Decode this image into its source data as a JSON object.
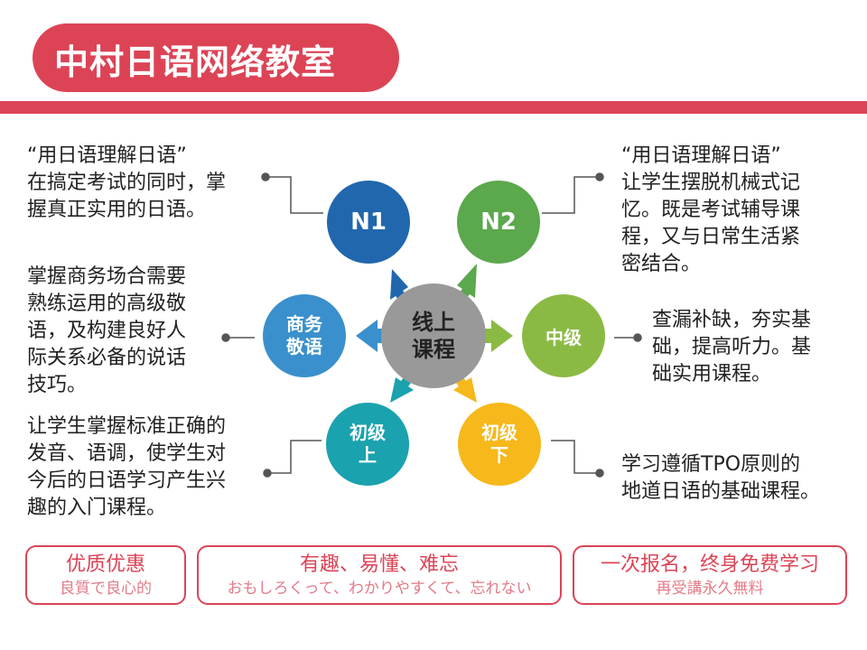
{
  "header": {
    "title": "中村日语网络教室"
  },
  "center": {
    "label": "线上\n课程"
  },
  "nodes": {
    "n1": {
      "label": "N1",
      "color": "#2167ad"
    },
    "n2": {
      "label": "N2",
      "color": "#5ba84d"
    },
    "chuji": {
      "label": "中级",
      "color": "#8bba44"
    },
    "chujixia": {
      "label": "初级\n下",
      "color": "#f6b81a"
    },
    "chujishang": {
      "label": "初级\n上",
      "color": "#1aa2ae"
    },
    "shangwu": {
      "label": "商务\n敬语",
      "color": "#3a90cc"
    }
  },
  "descriptions": {
    "n1": "“用日语理解日语”\n在搞定考试的同时，掌\n握真正实用的日语。",
    "n2": "“用日语理解日语”\n让学生摆脱机械式记\n忆。既是考试辅导课\n程，又与日常生活紧\n密结合。",
    "chuji": "查漏补缺，夯实基\n础，提高听力。基\n础实用课程。",
    "chujixia": "学习遵循TPO原则的\n地道日语的基础课程。",
    "chujishang": "让学生掌握标准正确的\n发音、语调，使学生对\n今后的日语学习产生兴\n趣的入门课程。",
    "shangwu": "掌握商务场合需要\n熟练运用的高级敬\n语，及构建良好人\n际关系必备的说话\n技巧。"
  },
  "boxes": [
    {
      "line1": "优质优惠",
      "line2": "良質で良心的"
    },
    {
      "line1": "有趣、易懂、难忘",
      "line2": "おもしろくって、わかりやすくて、忘れない"
    },
    {
      "line1": "一次报名，终身免费学习",
      "line2": "再受講永久無料"
    }
  ],
  "colors": {
    "accent": "#dc4456",
    "center": "#999999"
  }
}
